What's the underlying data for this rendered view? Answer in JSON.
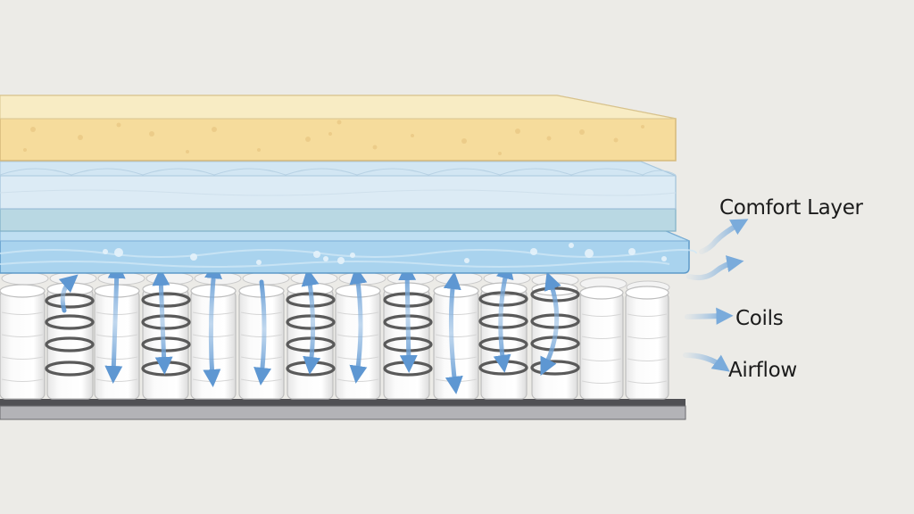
{
  "diagram": {
    "title": "Pocket coil mattress cross-section with airflow",
    "background": "#ecebe7",
    "labels": {
      "comfort_layer": "Comfort Layer",
      "coils": "Coils",
      "airflow": "Airflow"
    },
    "layers": [
      {
        "name": "Foam top layer",
        "color": "#f6dc9c"
      },
      {
        "name": "Quilted cover layer",
        "color": "#dcebf5"
      },
      {
        "name": "Transition layer",
        "color": "#b9d8e3"
      },
      {
        "name": "Gel-infused layer",
        "color": "#a9d3ee"
      },
      {
        "name": "Pocketed coils",
        "color": "#f7f7f7"
      },
      {
        "name": "Base",
        "color": "#b3b3b7"
      }
    ],
    "colors": {
      "airflow_arrow": "#6fa3d6",
      "coil_ring": "#5a5a5a"
    },
    "pocket_columns": [
      0,
      54,
      108,
      162,
      216,
      270,
      324,
      378,
      432,
      486,
      540,
      594,
      648,
      700
    ],
    "spring_columns": [
      1,
      3,
      6,
      8,
      10,
      11
    ]
  }
}
